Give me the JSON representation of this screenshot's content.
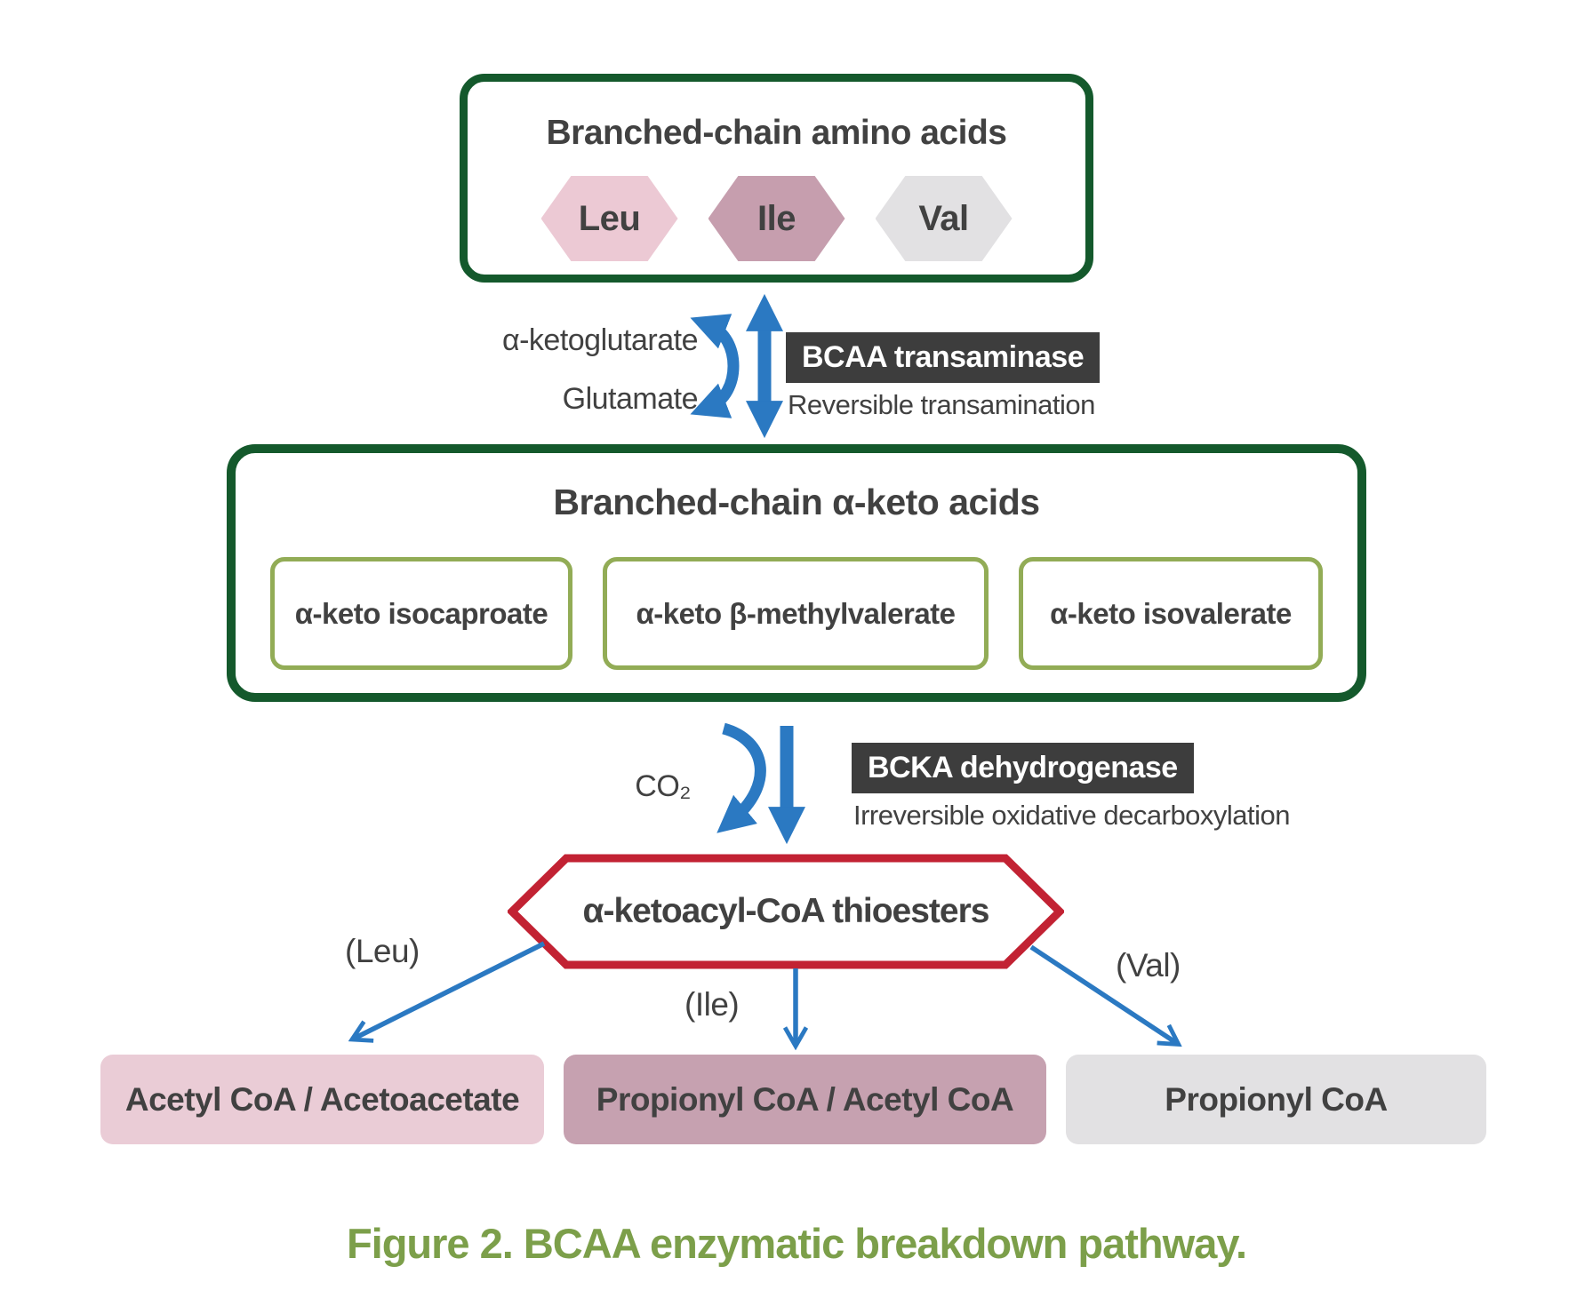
{
  "palette": {
    "dark_green": "#14592c",
    "olive": "#92ac56",
    "olive_text": "#7c9f4a",
    "pink": "#ecc9d4",
    "mauve": "#c69eae",
    "gray": "#e2e1e3",
    "pink_box": "#eaccd6",
    "mauve_box": "#c6a1b0",
    "gray_box": "#e2e1e3",
    "blue": "#2b79c2",
    "red": "#c22233",
    "badge_bg": "#3d3d3d",
    "text": "#414141"
  },
  "top_box": {
    "title": "Branched-chain amino acids",
    "hexagons": [
      {
        "label": "Leu",
        "color": "#ecc9d4"
      },
      {
        "label": "Ile",
        "color": "#c69eae"
      },
      {
        "label": "Val",
        "color": "#e2e1e3"
      }
    ]
  },
  "transamination": {
    "substrate_label": "α-ketoglutarate",
    "product_label": "Glutamate",
    "enzyme": "BCAA transaminase",
    "description": "Reversible transamination"
  },
  "keto_box": {
    "title": "Branched-chain α-keto acids",
    "items": [
      {
        "label": "α-keto isocaproate"
      },
      {
        "label": "α-keto β-methylvalerate"
      },
      {
        "label": "α-keto isovalerate"
      }
    ]
  },
  "decarboxylation": {
    "byproduct_label": "CO₂",
    "enzyme": "BCKA dehydrogenase",
    "description": "Irreversible oxidative decarboxylation"
  },
  "thioesters": {
    "label": "α-ketoacyl-CoA thioesters"
  },
  "branches": [
    {
      "source": "(Leu)",
      "product": "Acetyl CoA / Acetoacetate",
      "color": "#eaccd6"
    },
    {
      "source": "(Ile)",
      "product": "Propionyl CoA  / Acetyl CoA",
      "color": "#c6a1b0"
    },
    {
      "source": "(Val)",
      "product": "Propionyl CoA",
      "color": "#e2e1e3"
    }
  ],
  "caption": "Figure 2. BCAA enzymatic breakdown pathway."
}
